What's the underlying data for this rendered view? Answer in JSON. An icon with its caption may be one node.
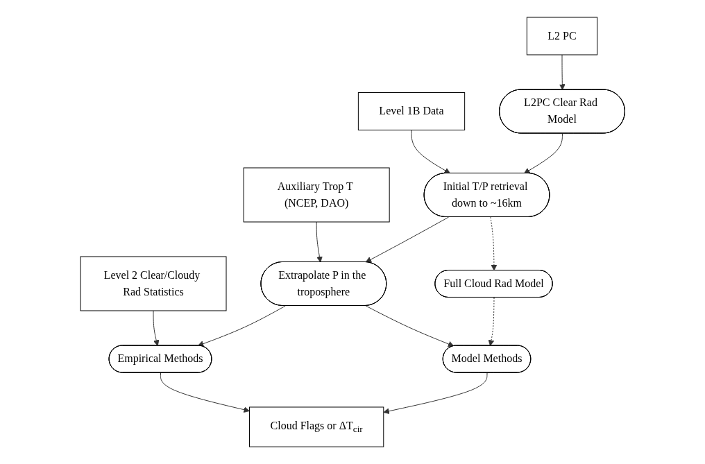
{
  "diagram": {
    "nodes": [
      {
        "text": [
          "Level 2 Clear/Cloudy Rad Statistics"
        ]
      },
      {
        "text": [
          "L2 PC"
        ]
      },
      {
        "text": [
          "Level 1B Data"
        ]
      },
      {
        "text": [
          "Auxiliary Trop T (NCEP, DAO)"
        ]
      },
      {
        "text": [
          "L2PC Clear Rad Model"
        ]
      },
      {
        "text": [
          "Initial T/P retrieval down to ~16km"
        ]
      },
      {
        "text": [
          "Full Cloud Rad Model"
        ]
      },
      {
        "text": [
          "Extrapolate P in the troposphere"
        ]
      },
      {
        "text": [
          "Empirical Methods"
        ]
      },
      {
        "text": [
          "Model Methods"
        ]
      },
      {
        "text": [
          "Cloud Flags or ΔT$_{cir}$"
        ]
      }
    ],
    "edges": [
      {
        "from": 1,
        "to": 4,
        "arrow": "to"
      },
      {
        "from": 2,
        "to": 5,
        "arrow": "to"
      },
      {
        "from": 4,
        "to": 5,
        "arrow": "to"
      },
      {
        "from": 5,
        "to": 6,
        "arrow": "to",
        "style": "dashed"
      },
      {
        "from": 3,
        "to": 7,
        "arrow": "to"
      },
      {
        "from": 5,
        "to": 7,
        "arrow": "to"
      },
      {
        "from": 0,
        "to": 8,
        "arrow": "to"
      },
      {
        "from": 7,
        "to": 8,
        "arrow": "to"
      },
      {
        "from": 7,
        "to": 9,
        "arrow": "to"
      },
      {
        "from": 6,
        "to": 9,
        "arrow": "to",
        "style": "dashed"
      },
      {
        "from": 8,
        "to": 10,
        "arrow": "to"
      },
      {
        "from": 9,
        "to": 10,
        "arrow": "to"
      }
    ]
  }
}
